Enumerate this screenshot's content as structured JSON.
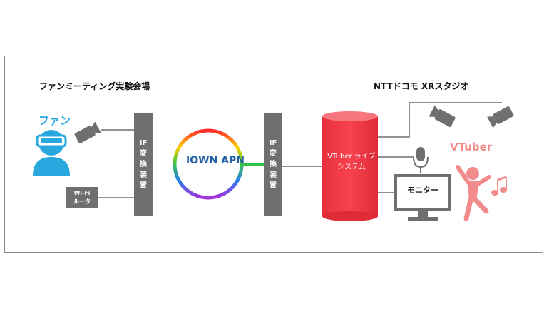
{
  "left_site": {
    "title": "ファンミーティング実験会場",
    "fan_label": "ファン",
    "wifi_label": "Wi-Fi ルータ",
    "if_label": "IF変換装置"
  },
  "right_site": {
    "title": "NTTドコモ XRスタジオ",
    "if_label": "IF変換装置",
    "system_label": "VTuber ライブ システム",
    "monitor_label": "モニター",
    "vtuber_label": "VTuber"
  },
  "network": {
    "label": "IOWN APN"
  },
  "icons": [
    "person-vr-icon",
    "camera-icon",
    "microphone-icon",
    "monitor-icon",
    "music-note-icon",
    "dancing-person-icon"
  ],
  "colors": {
    "fan": "#29a8e0",
    "system": "#f03a47",
    "vtuber": "#f28b8b",
    "device": "#6f6f6f",
    "iown_text": "#1f5fa8"
  }
}
